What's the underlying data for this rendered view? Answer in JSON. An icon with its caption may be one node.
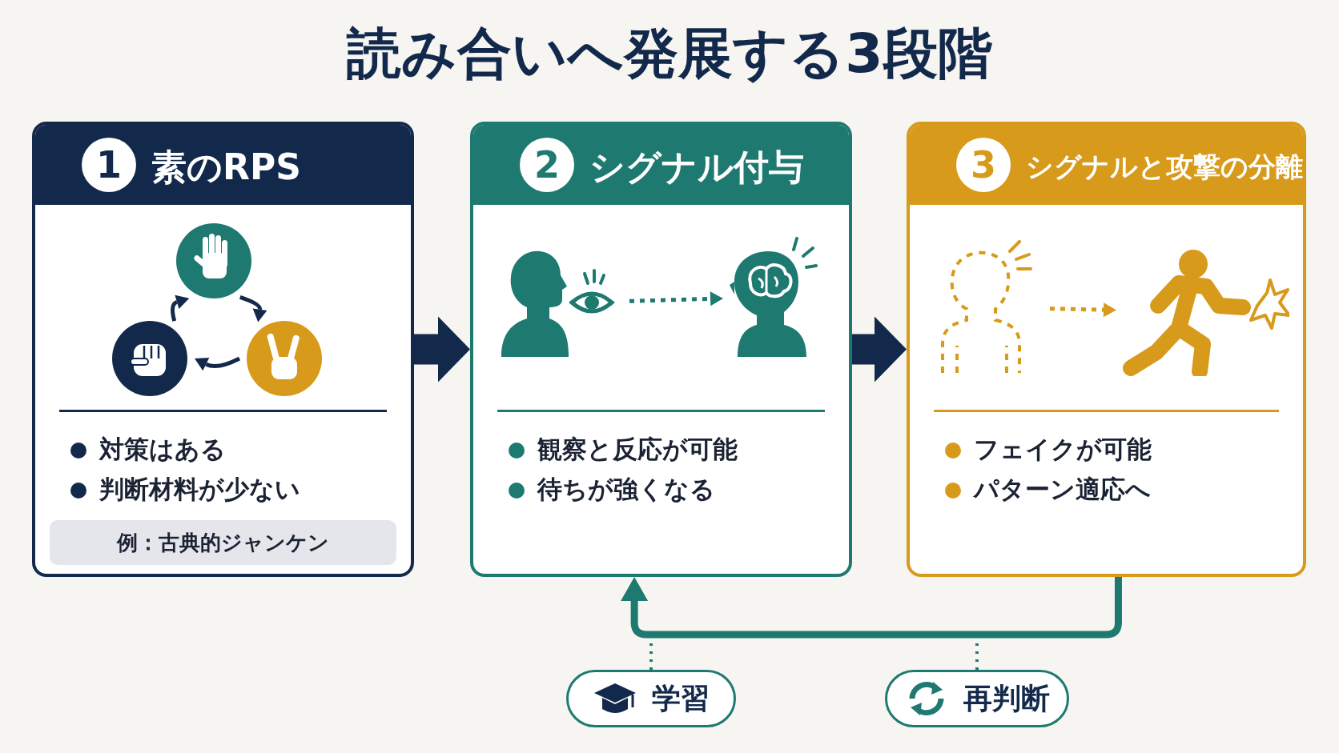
{
  "diagram": {
    "title": "読み合いへ発展する3段階",
    "nodes": [
      {
        "text": [
          "1",
          "素のRPS",
          "対策はある",
          "判断材料が少ない",
          "例：古典的ジャンケン"
        ]
      },
      {
        "text": [],
        "shape": "circle",
        "in": 0
      },
      {
        "text": [],
        "shape": "circle",
        "in": 0
      },
      {
        "text": [],
        "shape": "circle",
        "in": 0
      },
      {
        "text": [
          "2",
          "シグナル付与",
          "観察と反応が可能",
          "待ちが強くなる"
        ]
      },
      {
        "text": [],
        "shape": "person",
        "in": 4
      },
      {
        "text": [],
        "shape": "person",
        "in": 4
      },
      {
        "text": [
          "3",
          "シグナルと攻撃の分離",
          "フェイクが可能",
          "パターン適応へ"
        ]
      },
      {
        "text": [],
        "shape": "person",
        "in": 7
      },
      {
        "text": [],
        "shape": "person",
        "in": 7
      },
      {
        "text": [
          "学習"
        ]
      },
      {
        "text": [
          "再判断"
        ]
      }
    ],
    "edges": [
      {
        "from": 1,
        "to": 2,
        "arrow": "to"
      },
      {
        "from": 2,
        "to": 3,
        "arrow": "to"
      },
      {
        "from": 3,
        "to": 1,
        "arrow": "to"
      },
      {
        "from": 0,
        "to": 4,
        "arrow": "to",
        "style": "thick"
      },
      {
        "from": 4,
        "to": 7,
        "arrow": "to",
        "style": "thick"
      },
      {
        "from": 5,
        "to": 6,
        "arrow": "to",
        "style": "dashed",
        "color": "#1e7a70"
      },
      {
        "from": 8,
        "to": 9,
        "arrow": "to",
        "style": "dashed",
        "color": "#d89a1a"
      },
      {
        "from": 7,
        "to": 4,
        "arrow": "to",
        "style": "thick",
        "color": "#1e7a70"
      },
      {
        "from": 10,
        "to": null,
        "arrow": "none",
        "style": "dashed",
        "color": "#1e7a70"
      },
      {
        "from": 11,
        "to": null,
        "arrow": "none",
        "style": "dashed",
        "color": "#1e7a70"
      }
    ]
  }
}
